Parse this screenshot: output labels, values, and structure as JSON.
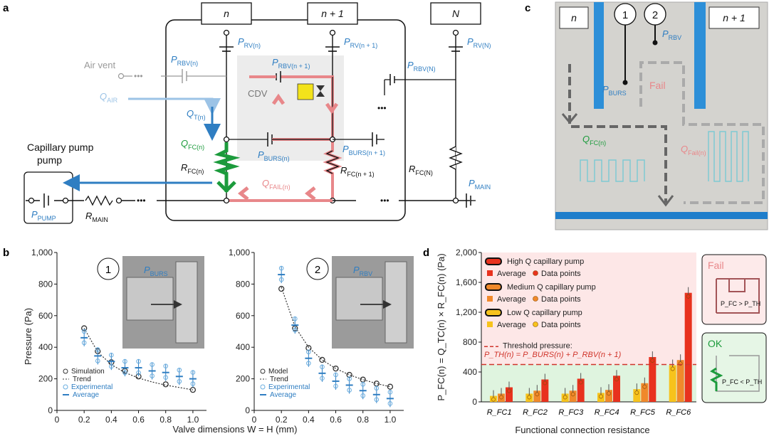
{
  "panels": {
    "a": "a",
    "b": "b",
    "c": "c",
    "d": "d"
  },
  "panel_a": {
    "boxes": [
      "n",
      "n + 1",
      "N"
    ],
    "capillary_pump": "Capillary pump",
    "air_vent": "Air vent",
    "cdv": "CDV",
    "labels": {
      "p_rbv_n": "P",
      "p_rbv_n_sub": "RBV(n)",
      "p_rv_n": "P",
      "p_rv_n_sub": "RV(n)",
      "p_rv_n1": "P",
      "p_rv_n1_sub": "RV(n + 1)",
      "p_rv_N": "P",
      "p_rv_N_sub": "RV(N)",
      "p_rbv_n1": "P",
      "p_rbv_n1_sub": "RBV(n + 1)",
      "p_rbv_N": "P",
      "p_rbv_N_sub": "RBV(N)",
      "q_air": "Q",
      "q_air_sub": "AIR",
      "q_t": "Q",
      "q_t_sub": "T(n)",
      "q_fc": "Q",
      "q_fc_sub": "FC(n)",
      "r_fc_n": "R",
      "r_fc_n_sub": "FC(n)",
      "p_burs_n": "P",
      "p_burs_n_sub": "BURS(n)",
      "p_burs_n1": "P",
      "p_burs_n1_sub": "BURS(n + 1)",
      "r_fc_n1": "R",
      "r_fc_n1_sub": "FC(n + 1)",
      "r_fc_N": "R",
      "r_fc_N_sub": "FC(N)",
      "q_fail": "Q",
      "q_fail_sub": "FAIL(n)",
      "p_main": "P",
      "p_main_sub": "MAIN",
      "p_pump": "P",
      "p_pump_sub": "PUMP",
      "r_main": "R",
      "r_main_sub": "MAIN",
      "dots": "•••"
    }
  },
  "panel_c": {
    "box_n": "n",
    "box_n1": "n + 1",
    "circle1": "1",
    "circle2": "2",
    "p_rbv": "P",
    "p_rbv_sub": "RBV",
    "p_burs": "P",
    "p_burs_sub": "BURS",
    "fail": "Fail",
    "q_fc": "Q",
    "q_fc_sub": "FC(n)",
    "q_fail": "Q",
    "q_fail_sub": "Fail(n)"
  },
  "panel_b": {
    "ylabel": "Pressure (Pa)",
    "xlabel": "Valve dimensions W = H (mm)",
    "yticks": [
      "0",
      "200",
      "400",
      "600",
      "800",
      "1,000"
    ],
    "xticks": [
      "0",
      "0.2",
      "0.4",
      "0.6",
      "0.8",
      "1.0"
    ],
    "inset1": {
      "circle": "1",
      "label": "P",
      "sub": "BURS"
    },
    "inset2": {
      "circle": "2",
      "label": "P",
      "sub": "RBV"
    },
    "legend1": [
      "Simulation",
      "Trend",
      "Experimental",
      "Average"
    ],
    "legend2": [
      "Model",
      "Trend",
      "Experimental",
      "Average"
    ]
  },
  "panel_d": {
    "ylabel": "P",
    "ylabel_full": "P_FC(n) = Q_TC(n) × R_FC(n) (Pa)",
    "xlabel": "Functional connection resistance",
    "xcats": "R_FC1 < R_FC2 < R_FC3 < R_FC4 < R_FC5 < R_FC6",
    "yticks": [
      "0",
      "400",
      "800",
      "1,200",
      "1,600",
      "2,000"
    ],
    "legend": {
      "high": "High Q capillary pump",
      "medium": "Medium Q capillary pump",
      "low": "Low Q capillary pump",
      "average": "Average",
      "points": "Data points"
    },
    "threshold_label": "Threshold pressure:",
    "threshold_eq": "P_TH(n) = P_BURS(n) + P_RBV(n + 1)",
    "side_fail": "Fail",
    "side_ok": "OK",
    "side_fail_eq": "P_FC > P_TH",
    "side_ok_eq": "P_FC < P_TH"
  },
  "colors": {
    "blue": "#2f7ec2",
    "pink": "#e8878a",
    "green": "#1c9b3c",
    "high": "#e8321e",
    "medium": "#f0892b",
    "low": "#f7c31c",
    "fail_bg": "#fde7e7",
    "ok_bg": "#dff4df"
  },
  "chart_data": [
    {
      "type": "scatter",
      "title": "",
      "xlabel": "Valve dimensions W = H (mm)",
      "ylabel": "Pressure (Pa)",
      "xlim": [
        0,
        1.1
      ],
      "ylim": [
        0,
        1000
      ],
      "series": [
        {
          "name": "Simulation",
          "x": [
            0.2,
            0.3,
            0.4,
            0.5,
            0.6,
            0.8,
            1.0
          ],
          "y": [
            520,
            375,
            305,
            250,
            215,
            165,
            130
          ]
        },
        {
          "name": "Trend",
          "x": [
            0.2,
            0.3,
            0.4,
            0.5,
            0.6,
            0.7,
            0.8,
            0.9,
            1.0
          ],
          "y": [
            520,
            370,
            290,
            240,
            205,
            180,
            160,
            145,
            130
          ]
        },
        {
          "name": "Average",
          "x": [
            0.2,
            0.3,
            0.4,
            0.5,
            0.6,
            0.7,
            0.8,
            0.9,
            1.0
          ],
          "y": [
            460,
            345,
            310,
            270,
            270,
            250,
            240,
            215,
            200
          ]
        }
      ]
    },
    {
      "type": "scatter",
      "title": "",
      "xlabel": "Valve dimensions W = H (mm)",
      "ylabel": "Pressure (Pa)",
      "xlim": [
        0,
        1.1
      ],
      "ylim": [
        0,
        1000
      ],
      "series": [
        {
          "name": "Model",
          "x": [
            0.2,
            0.3,
            0.4,
            0.5,
            0.6,
            0.7,
            0.8,
            0.9,
            1.0
          ],
          "y": [
            770,
            520,
            395,
            320,
            265,
            225,
            195,
            170,
            150
          ]
        },
        {
          "name": "Trend",
          "x": [
            0.2,
            0.3,
            0.4,
            0.5,
            0.6,
            0.7,
            0.8,
            0.9,
            1.0
          ],
          "y": [
            780,
            530,
            400,
            320,
            265,
            225,
            195,
            170,
            150
          ]
        },
        {
          "name": "Average",
          "x": [
            0.2,
            0.3,
            0.4,
            0.5,
            0.6,
            0.7,
            0.8,
            0.9,
            1.0
          ],
          "y": [
            860,
            540,
            330,
            235,
            185,
            160,
            125,
            100,
            75
          ]
        }
      ]
    },
    {
      "type": "bar",
      "title": "",
      "xlabel": "Functional connection resistance",
      "ylabel": "P_FC(n) = Q_TC(n) × R_FC(n) (Pa)",
      "ylim": [
        0,
        2000
      ],
      "categories": [
        "R_FC1",
        "R_FC2",
        "R_FC3",
        "R_FC4",
        "R_FC5",
        "R_FC6"
      ],
      "threshold": 500,
      "series": [
        {
          "name": "Low Q capillary pump",
          "values": [
            80,
            110,
            110,
            120,
            170,
            490
          ]
        },
        {
          "name": "Medium Q capillary pump",
          "values": [
            110,
            150,
            150,
            160,
            250,
            560
          ]
        },
        {
          "name": "High Q capillary pump",
          "values": [
            195,
            300,
            310,
            350,
            600,
            1460
          ]
        }
      ]
    }
  ]
}
